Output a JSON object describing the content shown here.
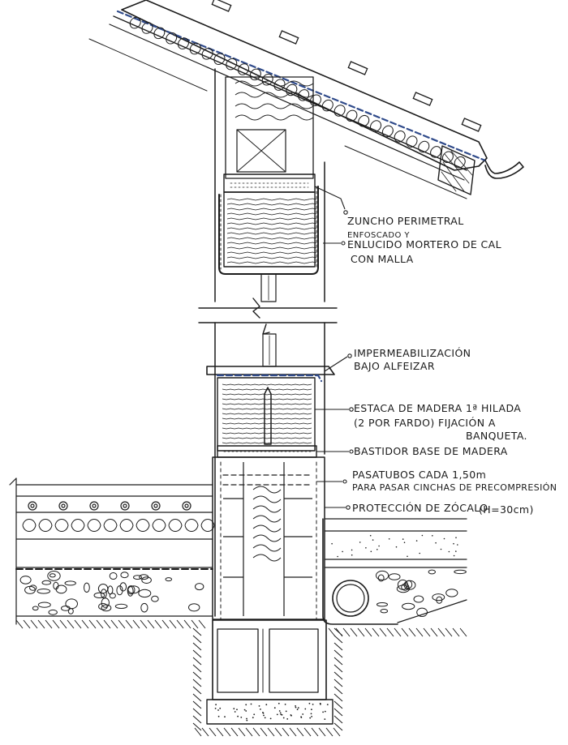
{
  "labels": {
    "zuncho": "ZUNCHO PERIMETRAL",
    "enfoscado": "ENFOSCADO Y",
    "enlucido": "ENLUCIDO MORTERO DE CAL",
    "malla": "CON MALLA",
    "imper1": "IMPERMEABILIZACIÓN",
    "imper2": "BAJO ALFEIZAR",
    "estaca1": "ESTACA DE MADERA 1ª HILADA",
    "estaca2": "(2 POR FARDO) FIJACIÓN A",
    "estaca3": "BANQUETA.",
    "bastidor": "BASTIDOR BASE DE MADERA",
    "pasa1": "PASATUBOS CADA 1,50m",
    "pasa2": "PARA PASAR CINCHAS DE PRECOMPRESIÓN",
    "zocalo": "PROTECCIÓN DE ZÓCALO",
    "zocalo_h": "(H=30cm)"
  },
  "colors": {
    "ink": "#1c1c1c",
    "membrane": "#2f4a8a",
    "paper": "#ffffff"
  }
}
